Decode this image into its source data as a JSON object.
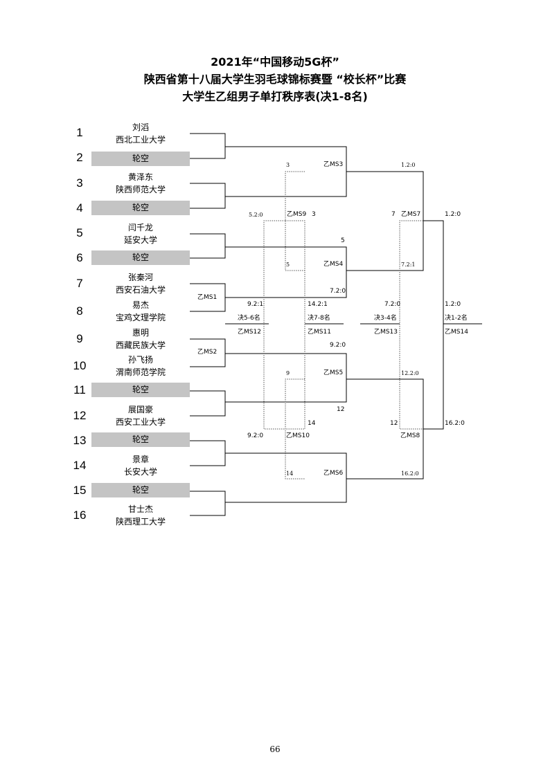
{
  "header": {
    "line1": "2021年“中国移动5G杯”",
    "line2": "陕西省第十八届大学生羽毛球锦标赛暨 “校长杯”比赛",
    "line3": "大学生乙组男子单打秩序表(决1-8名)"
  },
  "bye_label": "轮空",
  "slots": [
    {
      "seed": "1",
      "name": "刘滔",
      "school": "西北工业大学"
    },
    {
      "seed": "2",
      "bye": true
    },
    {
      "seed": "3",
      "name": "黄泽东",
      "school": "陕西师范大学"
    },
    {
      "seed": "4",
      "bye": true
    },
    {
      "seed": "5",
      "name": "闫千龙",
      "school": "延安大学"
    },
    {
      "seed": "6",
      "bye": true
    },
    {
      "seed": "7",
      "name": "张秦河",
      "school": "西安石油大学"
    },
    {
      "seed": "8",
      "name": "易杰",
      "school": "宝鸡文理学院"
    },
    {
      "seed": "9",
      "name": "惠明",
      "school": "西藏民族大学"
    },
    {
      "seed": "10",
      "name": "孙飞扬",
      "school": "渭南师范学院"
    },
    {
      "seed": "11",
      "bye": true
    },
    {
      "seed": "12",
      "name": "展国豪",
      "school": "西安工业大学"
    },
    {
      "seed": "13",
      "bye": true
    },
    {
      "seed": "14",
      "name": "景章",
      "school": "长安大学"
    },
    {
      "seed": "15",
      "bye": true
    },
    {
      "seed": "16",
      "name": "甘士杰",
      "school": "陕西理工大学"
    }
  ],
  "matches": {
    "ms1": "乙MS1",
    "ms2": "乙MS2",
    "ms3": "乙MS3",
    "ms4": "乙MS4",
    "ms5": "乙MS5",
    "ms6": "乙MS6",
    "ms7": "乙MS7",
    "ms8": "乙MS8",
    "ms9": "乙MS9",
    "ms10": "乙MS10",
    "ms11": "乙MS11",
    "ms12": "乙MS12",
    "ms13": "乙MS13",
    "ms14": "乙MS14"
  },
  "placements": {
    "p56": "决5-6名",
    "p78": "决7-8名",
    "p34": "决3-4名",
    "p12": "决1-2名"
  },
  "scores": {
    "ms3_left": "3",
    "ms3_right": "1.2:0",
    "ms9_left": "5.2:0",
    "ms9_right": "3",
    "ms7_left": "7",
    "ms7_right": "1.2:0",
    "ms4_top": "5",
    "ms4_left": "5",
    "ms4_right": "7.2:1",
    "ms1_win": "7.2:0",
    "ms12_score": "9.2:1",
    "ms11_score": "14.2:1",
    "ms13_score": "7.2:0",
    "ms14_score": "1.2:0",
    "ms2_win": "9.2:0",
    "ms5_left": "9",
    "ms5_right": "12.2:0",
    "ms5_bottom": "12",
    "ms10_score": "9.2:0",
    "ms10_right": "14",
    "ms8_left": "12",
    "ms8_right": "16.2:0",
    "ms6_left": "14",
    "ms6_right": "16.2:0"
  },
  "page_number": "66"
}
